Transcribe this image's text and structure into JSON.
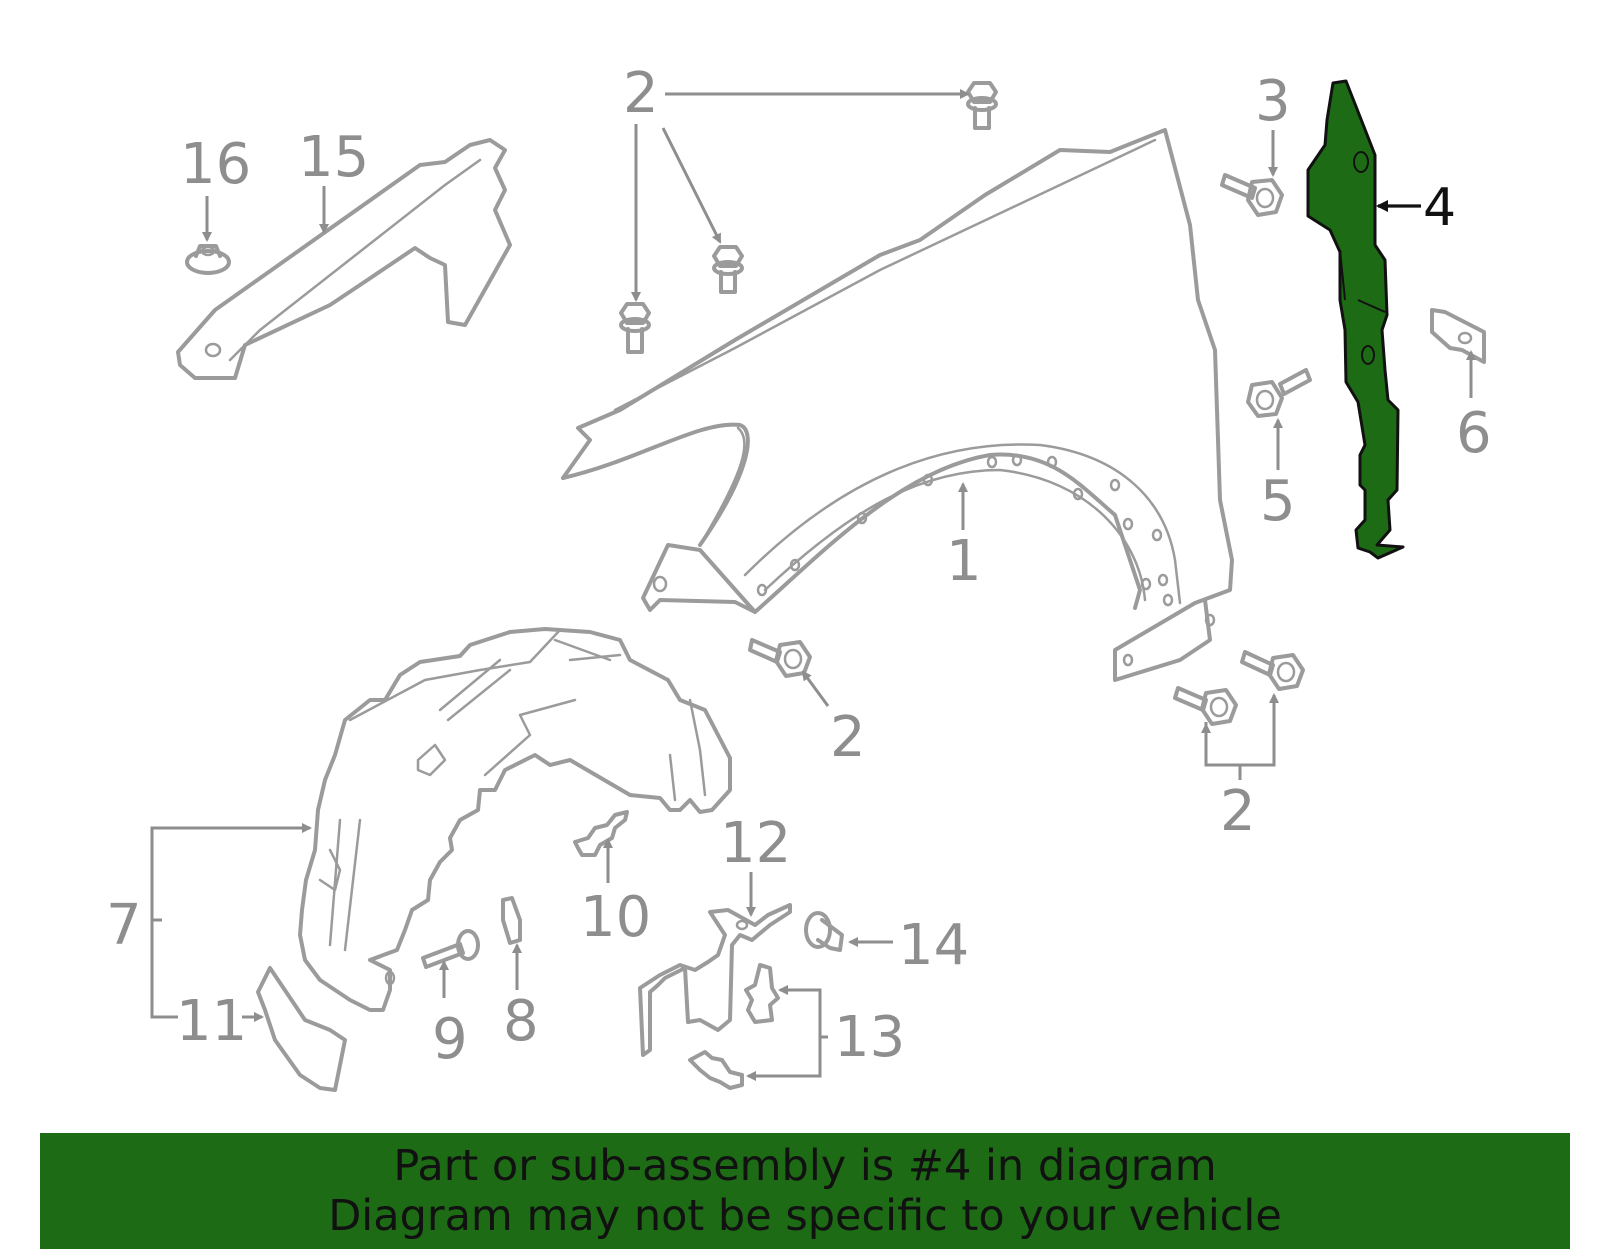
{
  "diagram": {
    "highlight_color": "#1e6b16",
    "callouts": {
      "c1": "1",
      "c2": "2",
      "c3": "3",
      "c4": "4",
      "c5": "5",
      "c6": "6",
      "c7": "7",
      "c8": "8",
      "c9": "9",
      "c10": "10",
      "c11": "11",
      "c12": "12",
      "c13": "13",
      "c14": "14",
      "c15": "15",
      "c16": "16"
    }
  },
  "banner": {
    "line1": "Part or sub-assembly is #4 in diagram",
    "line2": "Diagram may not be specific to your vehicle"
  }
}
